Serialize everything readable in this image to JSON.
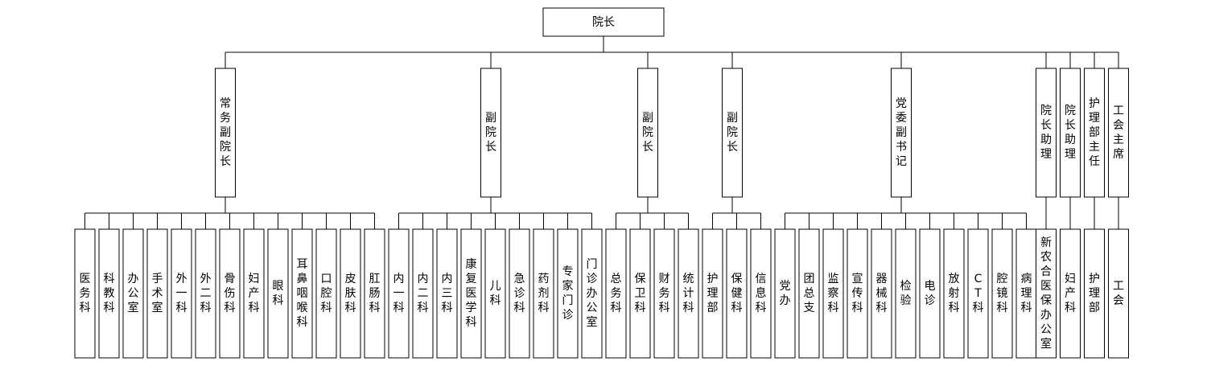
{
  "root": "院长",
  "branches": [
    {
      "title": "常务副院长",
      "departments": [
        "医务科",
        "科教科",
        "办公室",
        "手术室",
        "外一科",
        "外二科",
        "骨伤科",
        "妇产科",
        "眼科",
        "耳鼻咽喉科",
        "口腔科",
        "皮肤科",
        "肛肠科"
      ]
    },
    {
      "title": "副院长",
      "departments": [
        "内一科",
        "内二科",
        "内三科",
        "康复医学科",
        "儿科",
        "急诊科",
        "药剂科",
        "专家门诊",
        "门诊办公室"
      ]
    },
    {
      "title": "副院长",
      "departments": [
        "总务科",
        "保卫科",
        "财务科",
        "统计科"
      ]
    },
    {
      "title": "副院长",
      "departments": [
        "护理部",
        "保健科",
        "信息科"
      ]
    },
    {
      "title": "党委副书记",
      "departments": [
        "党办",
        "团总支",
        "监察科",
        "宣传科",
        "器械科",
        "检验",
        "电诊",
        "放射科",
        "CT科",
        "腔镜科",
        "病理科"
      ]
    },
    {
      "title": "院长助理",
      "departments": [
        "新农合医保办公室"
      ]
    },
    {
      "title": "院长助理",
      "departments": [
        "妇产科"
      ]
    },
    {
      "title": "护理部主任",
      "departments": [
        "护理部"
      ]
    },
    {
      "title": "工会主席",
      "departments": [
        "工会"
      ]
    }
  ]
}
